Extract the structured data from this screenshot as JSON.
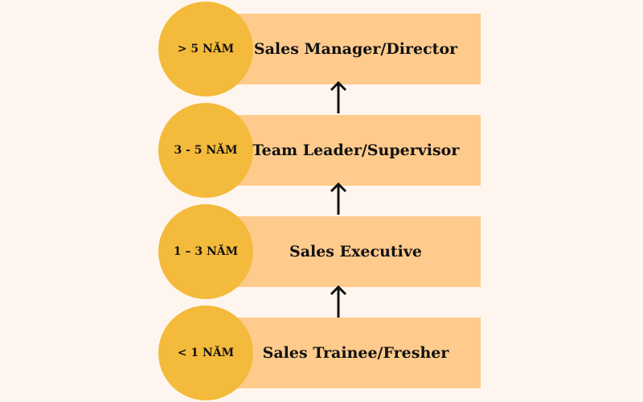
{
  "colors": {
    "background": "#fef6ee",
    "bar": "#ffcb8c",
    "circle": "#f4ba3b",
    "text": "#111111",
    "arrow": "#111111"
  },
  "steps": [
    {
      "years": "> 5 NĂM",
      "title": "Sales Manager/Director"
    },
    {
      "years": "3 - 5 NĂM",
      "title": "Team Leader/Supervisor"
    },
    {
      "years": "1 – 3 NĂM",
      "title": "Sales Executive"
    },
    {
      "years": "< 1 NĂM",
      "title": "Sales Trainee/Fresher"
    }
  ],
  "arrow_icon": "arrow-up-icon"
}
